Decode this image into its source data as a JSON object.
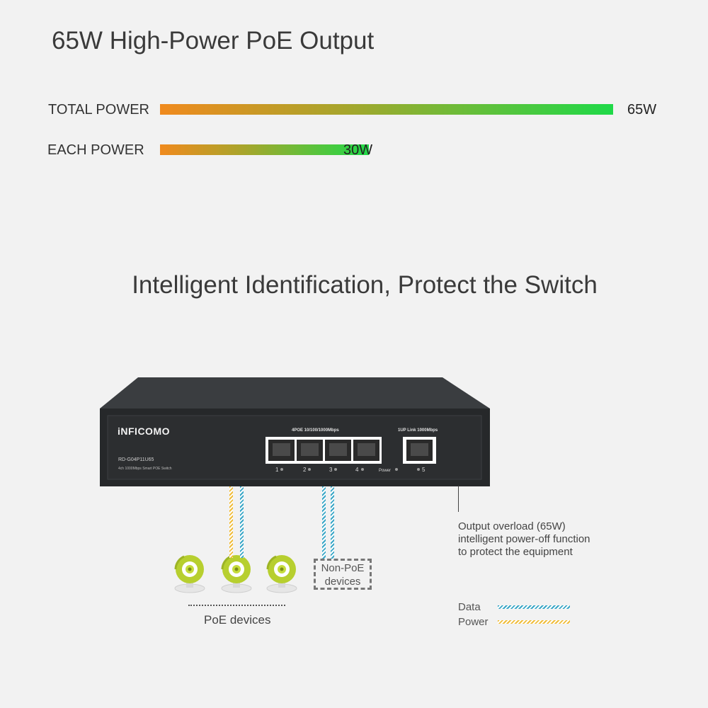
{
  "header": {
    "title": "65W High-Power PoE Output"
  },
  "power_bars": [
    {
      "label": "TOTAL POWER",
      "value": "65W",
      "fraction": 1.0
    },
    {
      "label": "EACH POWER",
      "value": "30W",
      "fraction": 0.4615
    }
  ],
  "section2": {
    "title": "Intelligent Identification, Protect the Switch"
  },
  "device": {
    "brand": "iNFICOMO",
    "model": "RD-G04P11U65",
    "description": "4ch 1000Mbps Smart POE Switch",
    "poe_ports_label": "4POE 10/100/1000Mbps",
    "uplink_label": "1UP Link 1000Mbps",
    "ports": [
      "1",
      "2",
      "3",
      "4"
    ],
    "power_led_label": "Power",
    "uplink_port": "5"
  },
  "annotation": {
    "line1": "Output overload (65W)",
    "line2": "intelligent power-off function",
    "line3": "to protect the equipment"
  },
  "non_poe": {
    "line1": "Non-PoE",
    "line2": "devices"
  },
  "poe_devices": {
    "label": "PoE devices",
    "count": 3
  },
  "legend": [
    {
      "label": "Data",
      "color": "#3aa7c7"
    },
    {
      "label": "Power",
      "color": "#f1bd3b"
    }
  ]
}
